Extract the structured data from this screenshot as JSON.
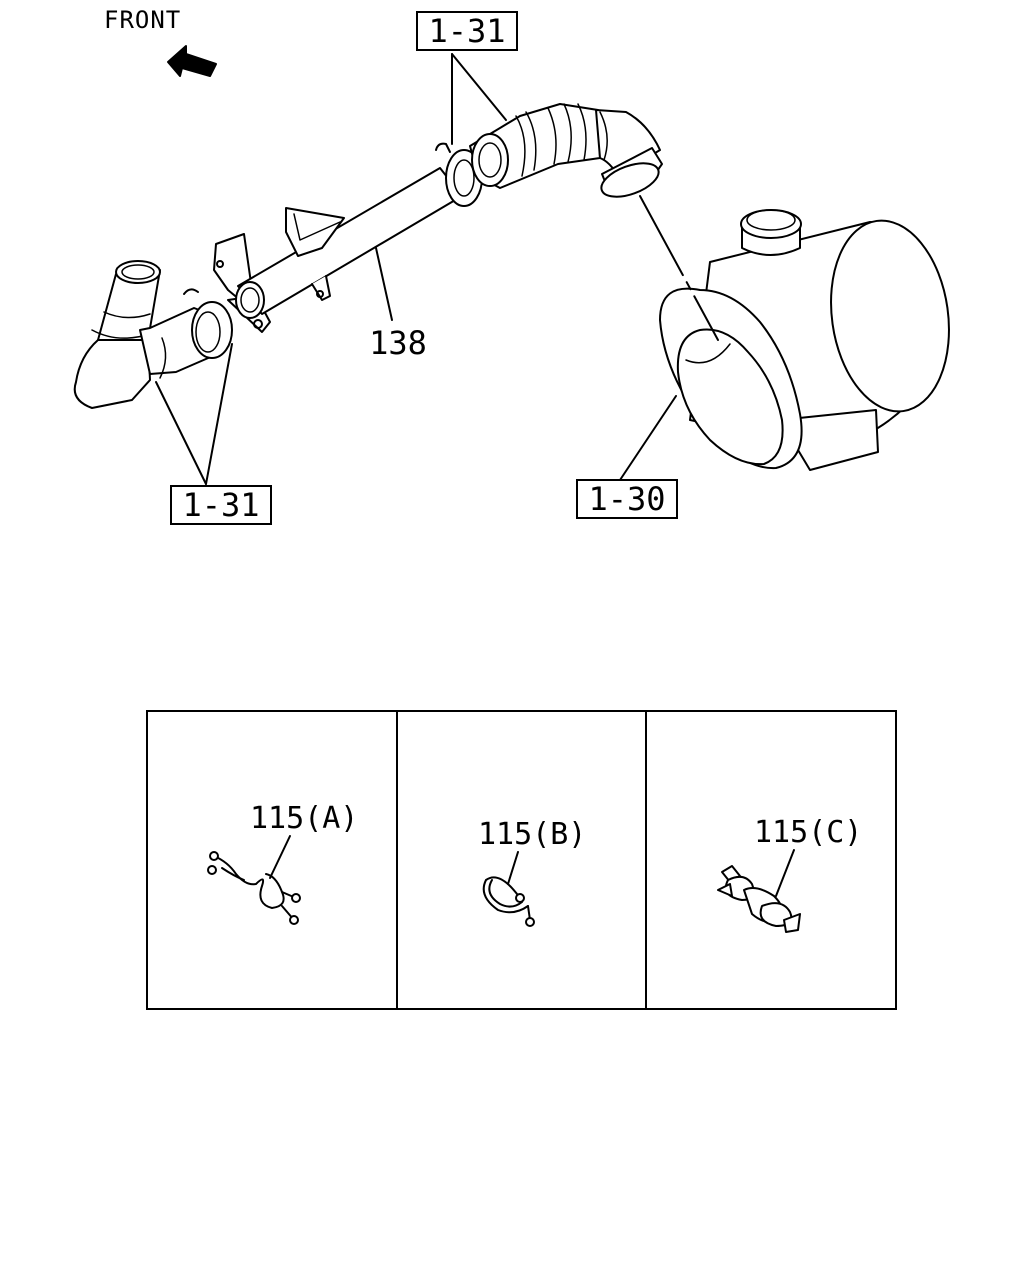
{
  "orientation": {
    "label": "FRONT"
  },
  "callouts": {
    "ref_upper": "1-31",
    "ref_lower": "1-31",
    "ref_cleaner": "1-30",
    "pipe": "138"
  },
  "details": [
    {
      "label": "115(A)"
    },
    {
      "label": "115(B)"
    },
    {
      "label": "115(C)"
    }
  ],
  "colors": {
    "line": "#000000",
    "background": "#ffffff"
  }
}
